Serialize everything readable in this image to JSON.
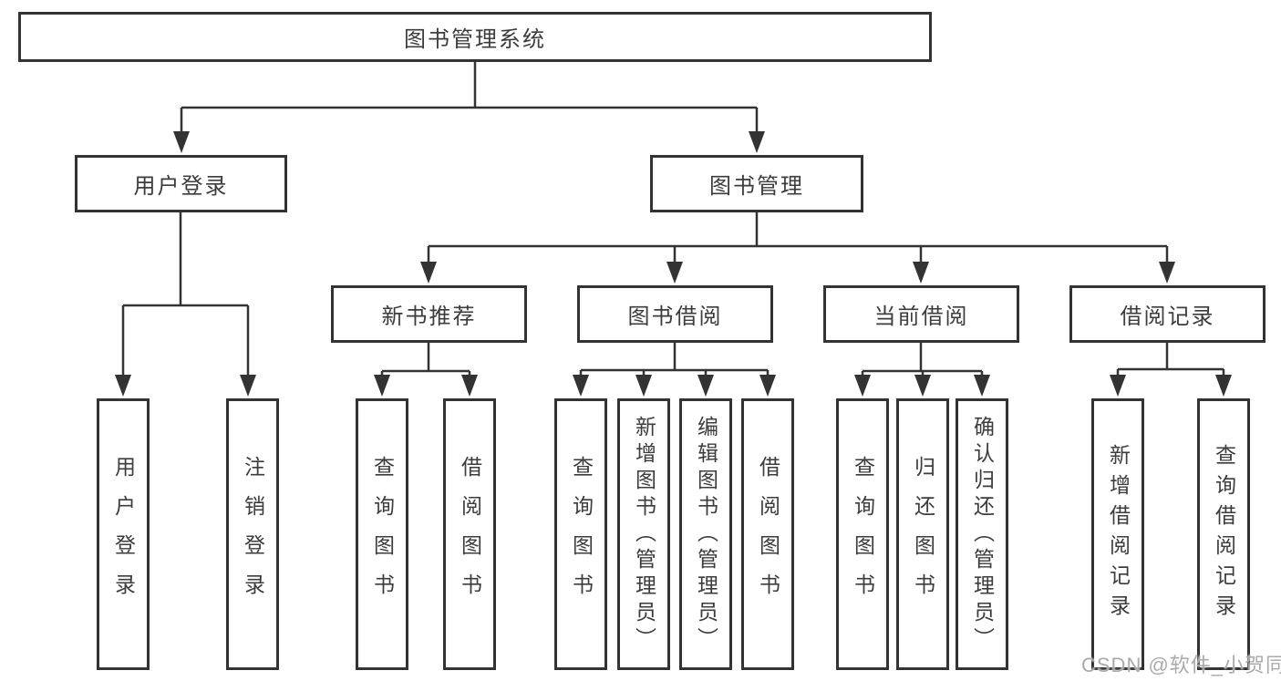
{
  "diagram": {
    "tree": {
      "label": "图书管理系统",
      "children": [
        {
          "label": "用户登录",
          "children": [
            {
              "label": "用户登录"
            },
            {
              "label": "注销登录"
            }
          ]
        },
        {
          "label": "图书管理",
          "children": [
            {
              "label": "新书推荐",
              "children": [
                {
                  "label": "查询图书"
                },
                {
                  "label": "借阅图书"
                }
              ]
            },
            {
              "label": "图书借阅",
              "children": [
                {
                  "label": "查询图书"
                },
                {
                  "label": "新增图书（管理员）"
                },
                {
                  "label": "编辑图书（管理员）"
                },
                {
                  "label": "借阅图书"
                }
              ]
            },
            {
              "label": "当前借阅",
              "children": [
                {
                  "label": "查询图书"
                },
                {
                  "label": "归还图书"
                },
                {
                  "label": "确认归还（管理员）"
                }
              ]
            },
            {
              "label": "借阅记录",
              "children": [
                {
                  "label": "新增借阅记录"
                },
                {
                  "label": "查询借阅记录"
                }
              ]
            }
          ]
        }
      ]
    },
    "colors": {
      "line": "#333333",
      "text": "#3c3c3c",
      "watermark": "#aaaaaa"
    }
  },
  "watermark": {
    "text": "CSDN @软件_小贺同学"
  }
}
